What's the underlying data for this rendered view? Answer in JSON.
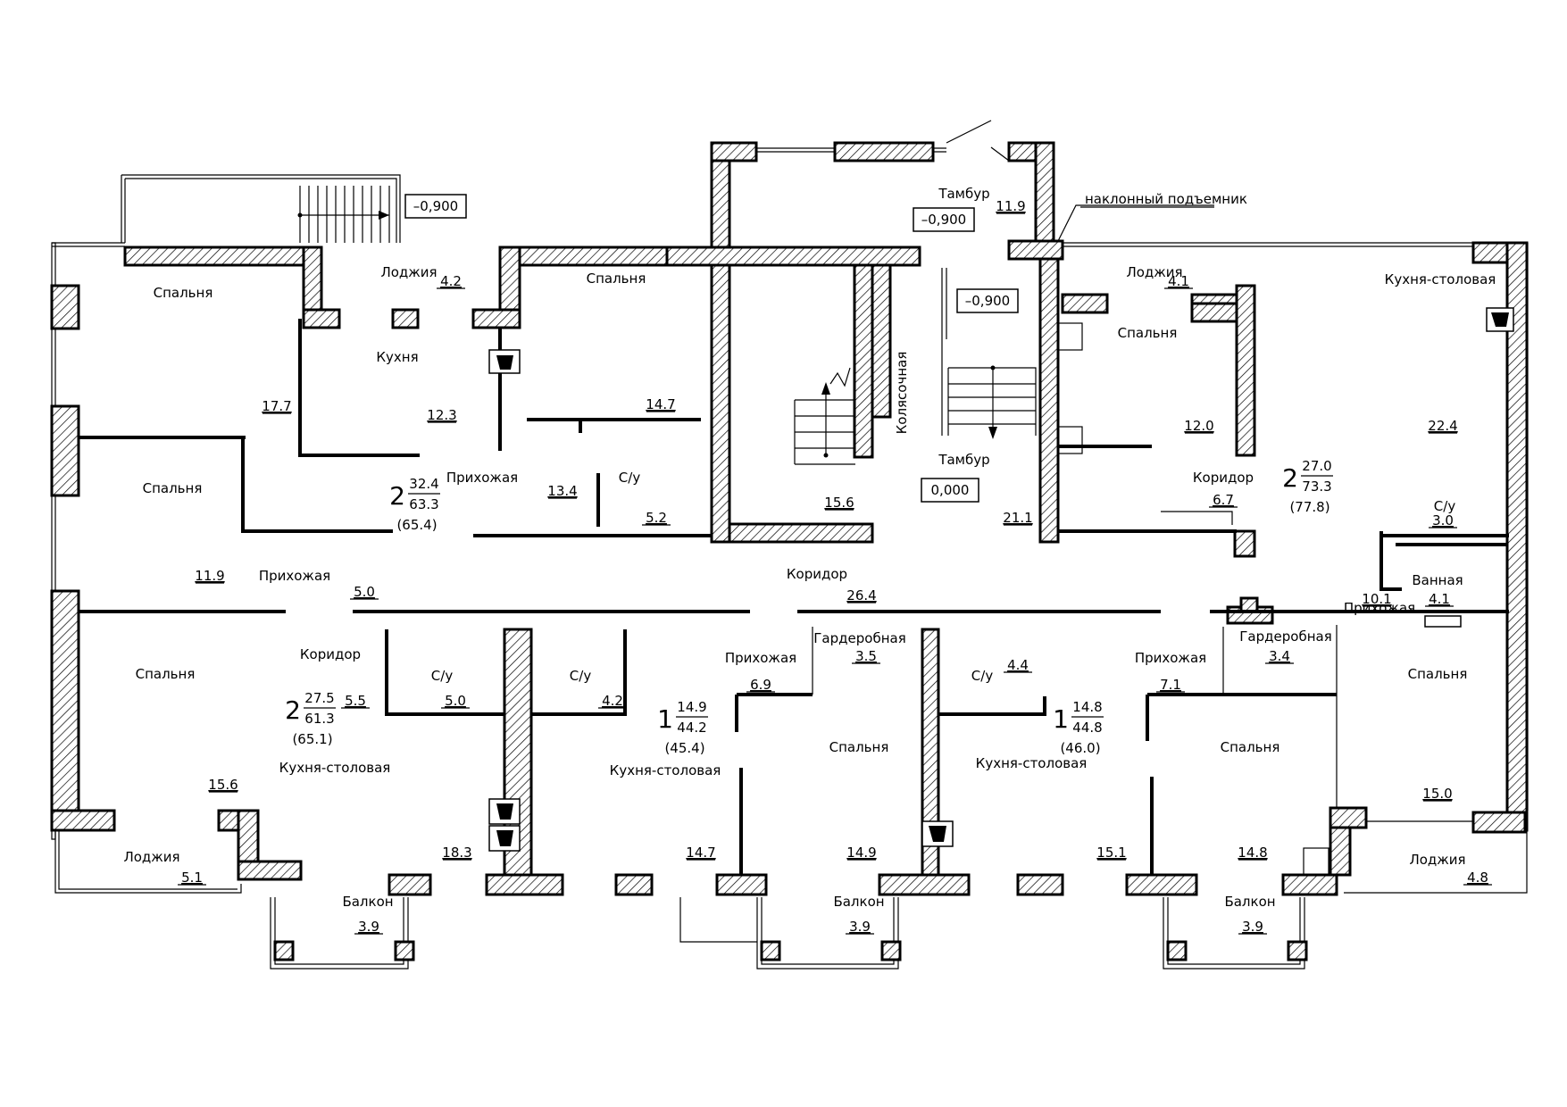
{
  "rooms": [
    {
      "label": "Спальня",
      "area": "17.7"
    },
    {
      "label": "Лоджия",
      "area": "4.2"
    },
    {
      "label": "Кухня",
      "area": "12.3"
    },
    {
      "label": "Спальня",
      "area": "14.7"
    },
    {
      "label": "Прихожая",
      "area": "13.4"
    },
    {
      "label": "С/у",
      "area": "5.2"
    },
    {
      "label": "Спальня",
      "area": "11.9"
    },
    {
      "label": "Прихожая",
      "area": "5.0"
    },
    {
      "label": "Коридор",
      "area": "5.5"
    },
    {
      "label": "С/у",
      "area": "5.0"
    },
    {
      "label": "С/у",
      "area": "4.2"
    },
    {
      "label": "Спальня",
      "area": "15.6"
    },
    {
      "label": "Кухня-столовая",
      "area": "18.3"
    },
    {
      "label": "Лоджия",
      "area": "5.1"
    },
    {
      "label": "Балкон",
      "area": "3.9"
    },
    {
      "label": "Кухня-столовая",
      "area": "14.7"
    },
    {
      "label": "Прихожая",
      "area": "6.9"
    },
    {
      "label": "Гардеробная",
      "area": "3.5"
    },
    {
      "label": "Спальня",
      "area": "14.9"
    },
    {
      "label": "Балкон",
      "area": "3.9"
    },
    {
      "label": "С/у",
      "area": "4.4"
    },
    {
      "label": "Кухня-столовая",
      "area": "15.1"
    },
    {
      "label": "Прихожая",
      "area": "7.1"
    },
    {
      "label": "Гардеробная",
      "area": "3.4"
    },
    {
      "label": "Спальня",
      "area": "14.8"
    },
    {
      "label": "Балкон",
      "area": "3.9"
    },
    {
      "label": "Спальня",
      "area": "15.0"
    },
    {
      "label": "Лоджия",
      "area": "4.8"
    },
    {
      "label": "Ванная",
      "area": "4.1"
    },
    {
      "label": "С/у",
      "area": "3.0"
    },
    {
      "label": "Прихожая",
      "area": "10.1"
    },
    {
      "label": "Кухня-столовая",
      "area": "22.4"
    },
    {
      "label": "Коридор",
      "area": "6.7"
    },
    {
      "label": "Спальня",
      "area": "12.0"
    },
    {
      "label": "Лоджия",
      "area": "4.1"
    },
    {
      "label": "Тамбур",
      "area": "21.1"
    },
    {
      "label": "Тамбур",
      "area": "11.9"
    },
    {
      "label": "Коридор",
      "area": "26.4"
    },
    {
      "label": "Колясочная",
      "area": "15.6"
    }
  ],
  "apartments": [
    {
      "rooms": "2",
      "living": "32.4",
      "total": "63.3",
      "total_with_balcony": "(65.4)"
    },
    {
      "rooms": "2",
      "living": "27.5",
      "total": "61.3",
      "total_with_balcony": "(65.1)"
    },
    {
      "rooms": "1",
      "living": "14.9",
      "total": "44.2",
      "total_with_balcony": "(45.4)"
    },
    {
      "rooms": "1",
      "living": "14.8",
      "total": "44.8",
      "total_with_balcony": "(46.0)"
    },
    {
      "rooms": "2",
      "living": "27.0",
      "total": "73.3",
      "total_with_balcony": "(77.8)"
    }
  ],
  "elevations": {
    "stair_outside": "–0,900",
    "vestibule_top": "–0,900",
    "landing": "–0,900",
    "entrance": "0,000"
  },
  "annotations": {
    "lift": "наклонный подъемник"
  }
}
